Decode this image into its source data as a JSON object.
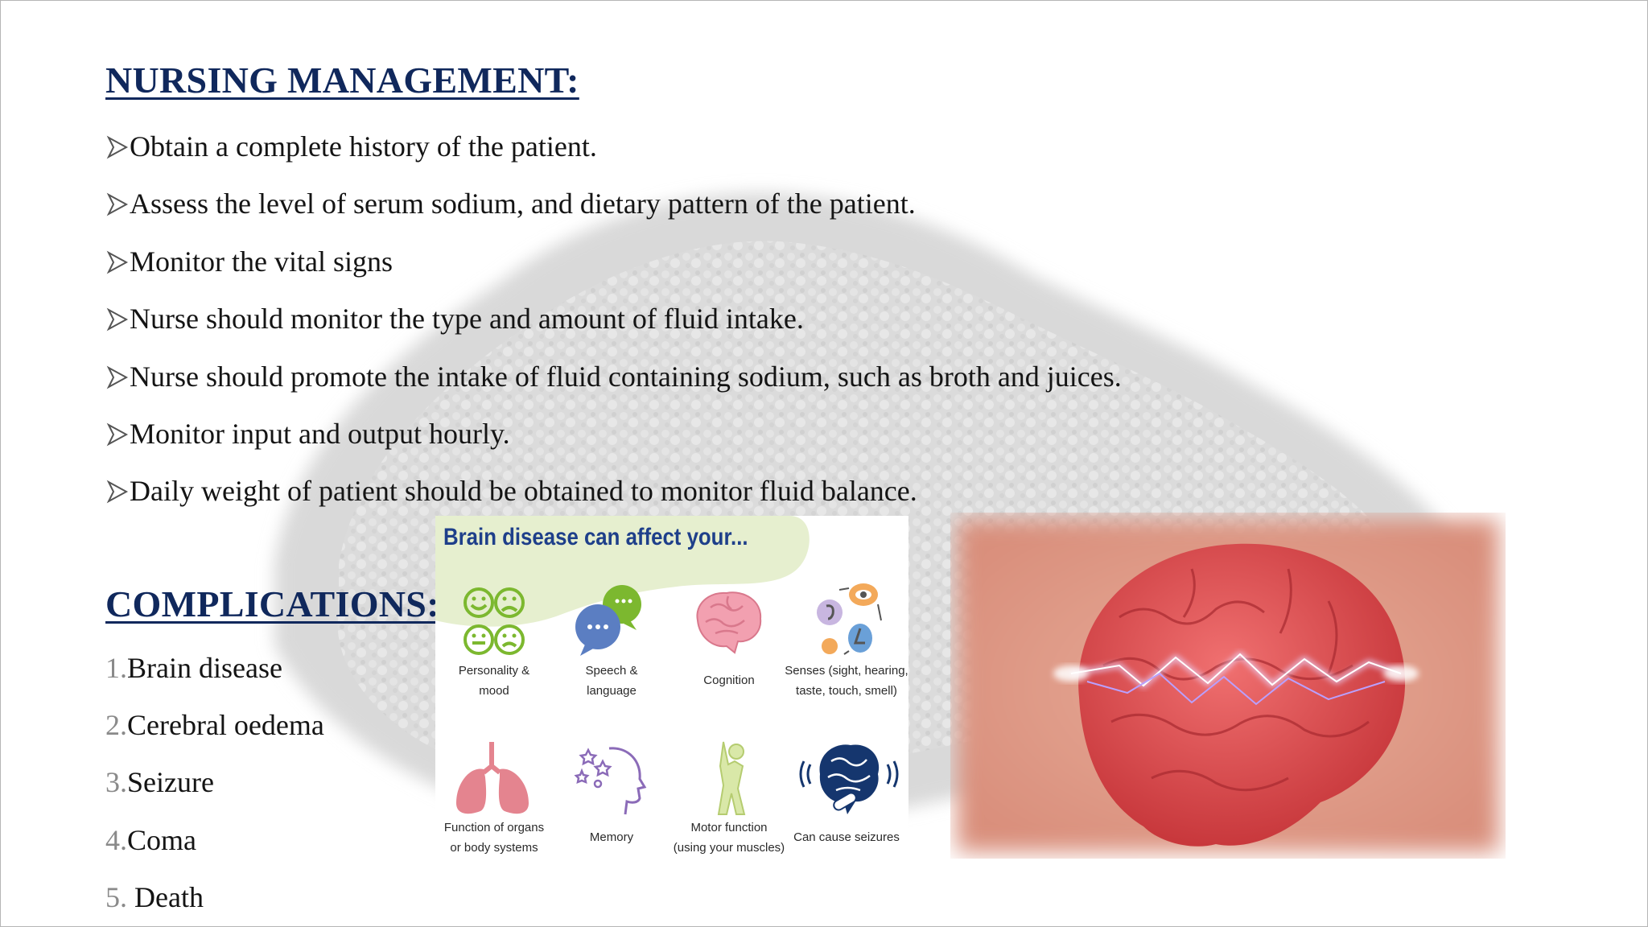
{
  "slide": {
    "heading": "NURSING MANAGEMENT:",
    "bullets": [
      "Obtain a complete history of the patient.",
      "Assess the level of serum sodium, and dietary pattern of the patient.",
      "Monitor the vital signs",
      "Nurse should monitor the type and amount of fluid intake.",
      "Nurse should promote the intake of fluid containing sodium, such as broth and juices.",
      "Monitor input and output hourly.",
      "Daily weight of patient should be obtained to monitor fluid balance."
    ],
    "complications_heading": "COMPLICATIONS:",
    "complications": [
      {
        "num": "1.",
        "text": "Brain disease"
      },
      {
        "num": "2.",
        "text": "Cerebral oedema"
      },
      {
        "num": "3.",
        "text": "Seizure"
      },
      {
        "num": "4.",
        "text": "Coma"
      },
      {
        "num": "5. ",
        "text": "Death"
      }
    ]
  },
  "infographic": {
    "title": "Brain disease can affect your...",
    "items": [
      {
        "icon": "mood-faces-icon",
        "line1": "Personality &",
        "line2": "mood"
      },
      {
        "icon": "speech-bubbles-icon",
        "line1": "Speech &",
        "line2": "language"
      },
      {
        "icon": "brain-icon",
        "line1": "Cognition",
        "line2": ""
      },
      {
        "icon": "senses-icon",
        "line1": "Senses (sight, hearing,",
        "line2": "taste, touch, smell)"
      },
      {
        "icon": "lungs-icon",
        "line1": "Function of organs",
        "line2": "or body systems"
      },
      {
        "icon": "memory-head-icon",
        "line1": "Memory",
        "line2": ""
      },
      {
        "icon": "motor-figure-icon",
        "line1": "Motor function",
        "line2": "(using your muscles)"
      },
      {
        "icon": "seizure-brain-icon",
        "line1": "Can cause seizures",
        "line2": ""
      }
    ]
  },
  "colors": {
    "heading": "#10285c",
    "body_text": "#141414",
    "number": "#8a8a8a",
    "infographic_title": "#1e3f8a",
    "infographic_blob": "#e6efcf"
  }
}
